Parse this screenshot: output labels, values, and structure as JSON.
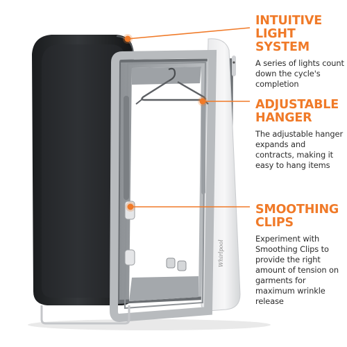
{
  "brand_color": "#f07a28",
  "callout_color": "#f07a28",
  "features": [
    {
      "title_lines": [
        "INTUITIVE",
        "LIGHT SYSTEM"
      ],
      "description": "A series of lights count down the cycle's completion",
      "icon": "indicator-lights-icon"
    },
    {
      "title_lines": [
        "ADJUSTABLE",
        "HANGER"
      ],
      "description": "The adjustable hanger expands and contracts, making it easy to hang items",
      "icon": "hanger-icon"
    },
    {
      "title_lines": [
        "SMOOTHING",
        "CLIPS"
      ],
      "description": "Experiment with Smoothing Clips to provide the right amount of tension on garments for maximum wrinkle release",
      "icon": "clip-icon"
    }
  ],
  "product_brand": "Whirlpool"
}
